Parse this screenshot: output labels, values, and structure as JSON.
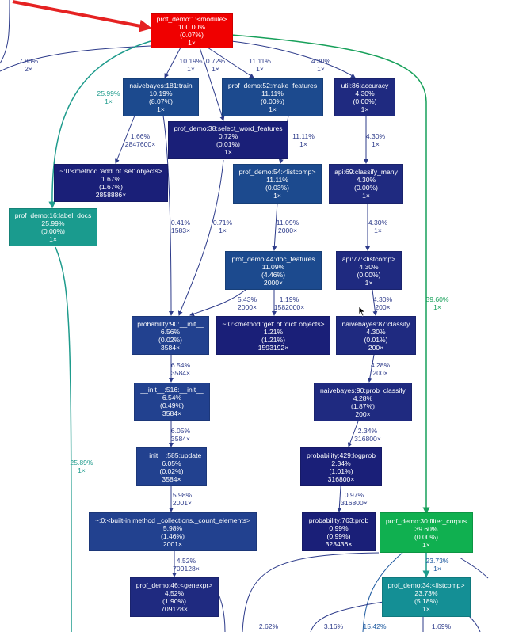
{
  "colors": {
    "red": "#f00000",
    "navy": "#1a2278",
    "navy2": "#1f2a80",
    "blue_mid": "#22418f",
    "blue_light": "#1c4a8e",
    "teal": "#1a9b8e",
    "teal2": "#148f95",
    "green": "#10b050",
    "edge_navy": "#2d3b8a",
    "edge_teal": "#1e9b8c",
    "edge_green": "#17a05a",
    "edge_red": "#e52222"
  },
  "nodes": [
    {
      "id": "module",
      "lines": [
        "prof_demo:1:<module>",
        "100.00%",
        "(0.07%)",
        "1×"
      ]
    },
    {
      "id": "train",
      "lines": [
        "naivebayes:181:train",
        "10.19%",
        "(8.07%)",
        "1×"
      ]
    },
    {
      "id": "make_features",
      "lines": [
        "prof_demo:52:make_features",
        "11.11%",
        "(0.00%)",
        "1×"
      ]
    },
    {
      "id": "accuracy",
      "lines": [
        "util:86:accuracy",
        "4.30%",
        "(0.00%)",
        "1×"
      ]
    },
    {
      "id": "select_word",
      "lines": [
        "prof_demo:38:select_word_features",
        "0.72%",
        "(0.01%)",
        "1×"
      ]
    },
    {
      "id": "set_add",
      "lines": [
        "~:0:<method 'add' of 'set' objects>",
        "1.67%",
        "(1.67%)",
        "2858886×"
      ]
    },
    {
      "id": "listcomp54",
      "lines": [
        "prof_demo:54:<listcomp>",
        "11.11%",
        "(0.03%)",
        "1×"
      ]
    },
    {
      "id": "classify_many",
      "lines": [
        "api:69:classify_many",
        "4.30%",
        "(0.00%)",
        "1×"
      ]
    },
    {
      "id": "label_docs",
      "lines": [
        "prof_demo:16:label_docs",
        "25.99%",
        "(0.00%)",
        "1×"
      ]
    },
    {
      "id": "doc_features",
      "lines": [
        "prof_demo:44:doc_features",
        "11.09%",
        "(4.46%)",
        "2000×"
      ]
    },
    {
      "id": "api_listcomp",
      "lines": [
        "api:77:<listcomp>",
        "4.30%",
        "(0.00%)",
        "1×"
      ]
    },
    {
      "id": "prob_init",
      "lines": [
        "probability:90:__init__",
        "6.56%",
        "(0.02%)",
        "3584×"
      ]
    },
    {
      "id": "dict_get",
      "lines": [
        "~:0:<method 'get' of 'dict' objects>",
        "1.21%",
        "(1.21%)",
        "1593192×"
      ]
    },
    {
      "id": "nb_classify",
      "lines": [
        "naivebayes:87:classify",
        "4.30%",
        "(0.01%)",
        "200×"
      ]
    },
    {
      "id": "init516",
      "lines": [
        "__init__:516:__init__",
        "6.54%",
        "(0.49%)",
        "3584×"
      ]
    },
    {
      "id": "prob_classify",
      "lines": [
        "naivebayes:90:prob_classify",
        "4.28%",
        "(1.87%)",
        "200×"
      ]
    },
    {
      "id": "update585",
      "lines": [
        "__init__:585:update",
        "6.05%",
        "(0.02%)",
        "3584×"
      ]
    },
    {
      "id": "logprob",
      "lines": [
        "probability:429:logprob",
        "2.34%",
        "(1.01%)",
        "316800×"
      ]
    },
    {
      "id": "count_elements",
      "lines": [
        "~:0:<built-in method _collections._count_elements>",
        "5.98%",
        "(1.46%)",
        "2001×"
      ]
    },
    {
      "id": "prob763",
      "lines": [
        "probability:763:prob",
        "0.99%",
        "(0.99%)",
        "323436×"
      ]
    },
    {
      "id": "filter_corpus",
      "lines": [
        "prof_demo:30:filter_corpus",
        "39.60%",
        "(0.00%)",
        "1×"
      ]
    },
    {
      "id": "genexpr",
      "lines": [
        "prof_demo:46:<genexpr>",
        "4.52%",
        "(1.90%)",
        "709128×"
      ]
    },
    {
      "id": "listcomp34",
      "lines": [
        "prof_demo:34:<listcomp>",
        "23.73%",
        "(5.18%)",
        "1×"
      ]
    }
  ],
  "edges": [
    {
      "id": "e_left_out",
      "lines": [
        "7.86%",
        "2×"
      ]
    },
    {
      "id": "e_train",
      "lines": [
        "10.19%",
        "1×"
      ]
    },
    {
      "id": "e_select",
      "lines": [
        "0.72%",
        "1×"
      ]
    },
    {
      "id": "e_make",
      "lines": [
        "11.11%",
        "1×"
      ]
    },
    {
      "id": "e_acc",
      "lines": [
        "4.30%",
        "1×"
      ]
    },
    {
      "id": "e_label",
      "lines": [
        "25.99%",
        "1×"
      ]
    },
    {
      "id": "e_setadd",
      "lines": [
        "1.66%",
        "2847600×"
      ]
    },
    {
      "id": "e_lc54",
      "lines": [
        "11.11%",
        "1×"
      ]
    },
    {
      "id": "e_cmany",
      "lines": [
        "4.30%",
        "1×"
      ]
    },
    {
      "id": "e_train_init",
      "lines": [
        "0.41%",
        "1583×"
      ]
    },
    {
      "id": "e_sel_init",
      "lines": [
        "0.71%",
        "1×"
      ]
    },
    {
      "id": "e_docf",
      "lines": [
        "11.09%",
        "2000×"
      ]
    },
    {
      "id": "e_alc",
      "lines": [
        "4.30%",
        "1×"
      ]
    },
    {
      "id": "e_filter",
      "lines": [
        "39.60%",
        "1×"
      ]
    },
    {
      "id": "e_docf_init",
      "lines": [
        "5.43%",
        "2000×"
      ]
    },
    {
      "id": "e_get",
      "lines": [
        "1.19%",
        "1582000×"
      ]
    },
    {
      "id": "e_nbc",
      "lines": [
        "4.30%",
        "200×"
      ]
    },
    {
      "id": "e_516",
      "lines": [
        "6.54%",
        "3584×"
      ]
    },
    {
      "id": "e_pc",
      "lines": [
        "4.28%",
        "200×"
      ]
    },
    {
      "id": "e_label_down",
      "lines": [
        "25.89%",
        "1×"
      ]
    },
    {
      "id": "e_585",
      "lines": [
        "6.05%",
        "3584×"
      ]
    },
    {
      "id": "e_logprob",
      "lines": [
        "2.34%",
        "316800×"
      ]
    },
    {
      "id": "e_count",
      "lines": [
        "5.98%",
        "2001×"
      ]
    },
    {
      "id": "e_prob",
      "lines": [
        "0.97%",
        "316800×"
      ]
    },
    {
      "id": "e_genexpr",
      "lines": [
        "4.52%",
        "709128×"
      ]
    },
    {
      "id": "e_lc34",
      "lines": [
        "23.73%",
        "1×"
      ]
    },
    {
      "id": "e_bottom1",
      "lines": [
        "2.62%"
      ]
    },
    {
      "id": "e_bottom2",
      "lines": [
        "3.16%"
      ]
    },
    {
      "id": "e_bottom3",
      "lines": [
        "15.42%"
      ]
    },
    {
      "id": "e_bottom4",
      "lines": [
        "1.69%"
      ]
    }
  ]
}
